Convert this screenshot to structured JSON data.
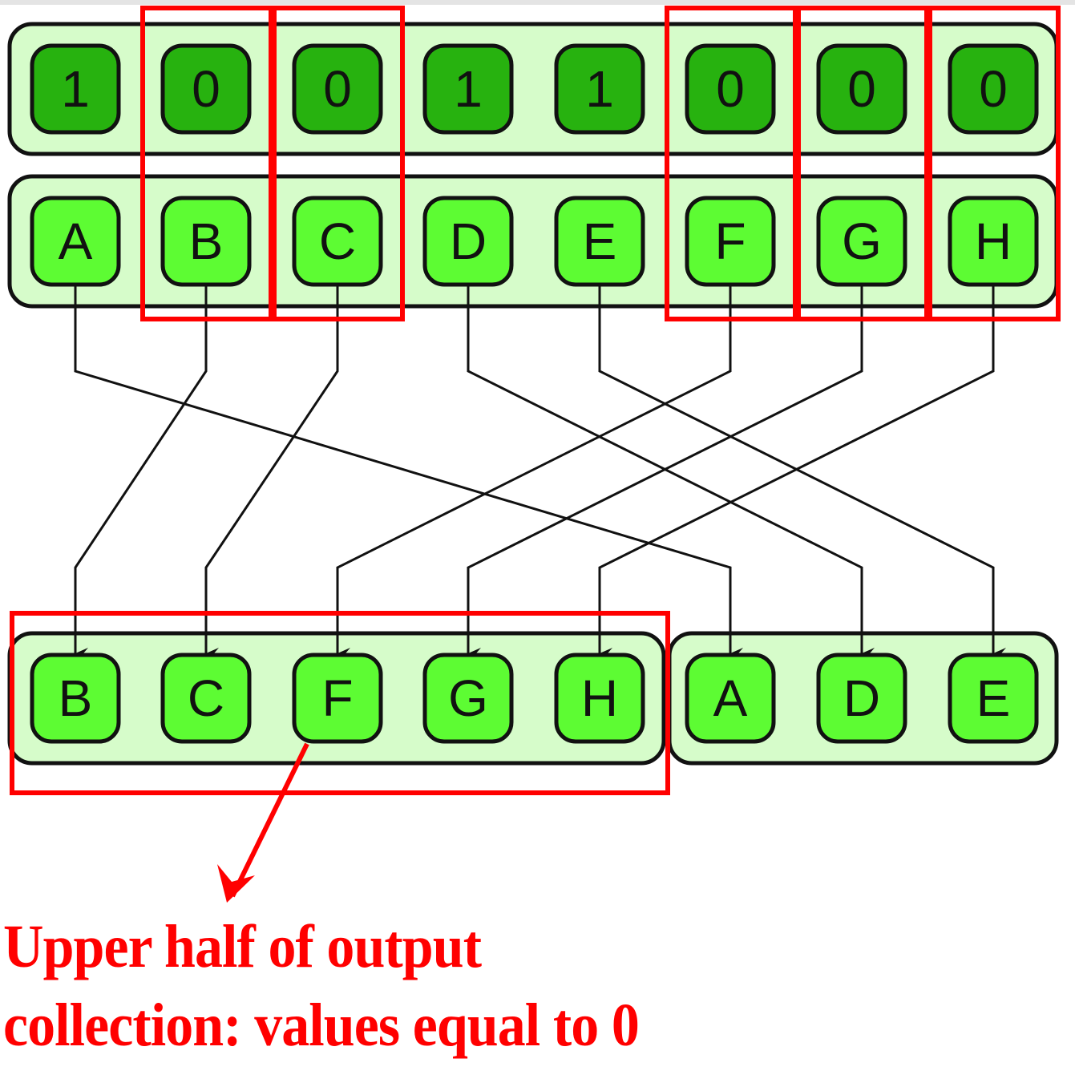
{
  "colors": {
    "flag_cell": "#27b20f",
    "item_cell": "#5dfc33",
    "container": "#d6fcca",
    "highlight": "#ff0000",
    "stroke": "#111111"
  },
  "flags": [
    "1",
    "0",
    "0",
    "1",
    "1",
    "0",
    "0",
    "0"
  ],
  "items": [
    "A",
    "B",
    "C",
    "D",
    "E",
    "F",
    "G",
    "H"
  ],
  "highlighted_input_columns": [
    1,
    2,
    5,
    6,
    7
  ],
  "output": {
    "upper_half": [
      "B",
      "C",
      "F",
      "G",
      "H"
    ],
    "lower_half": [
      "A",
      "D",
      "E"
    ]
  },
  "mapping": [
    {
      "from": 0,
      "to": 5
    },
    {
      "from": 1,
      "to": 0
    },
    {
      "from": 2,
      "to": 1
    },
    {
      "from": 3,
      "to": 6
    },
    {
      "from": 4,
      "to": 7
    },
    {
      "from": 5,
      "to": 2
    },
    {
      "from": 6,
      "to": 3
    },
    {
      "from": 7,
      "to": 4
    }
  ],
  "annotation": {
    "line1": "Upper half of output",
    "line2": "collection: values equal to 0"
  }
}
